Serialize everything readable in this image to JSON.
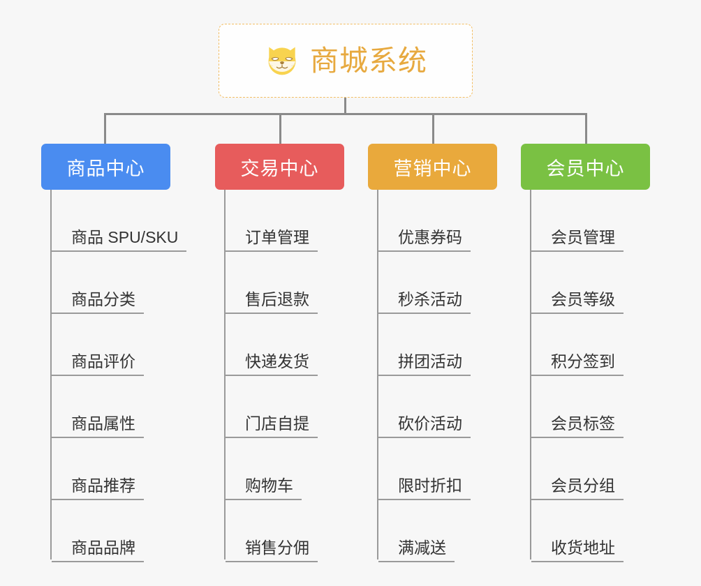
{
  "diagram": {
    "background": "#f7f7f7",
    "connector_color": "#8a8a8a",
    "root": {
      "title": "商城系统",
      "icon": "shiba-dog-face-icon",
      "text_color": "#e7a93f",
      "border_color": "#f2bd63",
      "background": "#fefefe"
    },
    "branches": [
      {
        "label": "商品中心",
        "color": "#4a8cf0",
        "items": [
          "商品 SPU/SKU",
          "商品分类",
          "商品评价",
          "商品属性",
          "商品推荐",
          "商品品牌"
        ]
      },
      {
        "label": "交易中心",
        "color": "#e75c5c",
        "items": [
          "订单管理",
          "售后退款",
          "快递发货",
          "门店自提",
          "购物车",
          "销售分佣"
        ]
      },
      {
        "label": "营销中心",
        "color": "#e9a93c",
        "items": [
          "优惠券码",
          "秒杀活动",
          "拼团活动",
          "砍价活动",
          "限时折扣",
          "满减送"
        ]
      },
      {
        "label": "会员中心",
        "color": "#7ac143",
        "items": [
          "会员管理",
          "会员等级",
          "积分签到",
          "会员标签",
          "会员分组",
          "收货地址"
        ]
      }
    ]
  }
}
